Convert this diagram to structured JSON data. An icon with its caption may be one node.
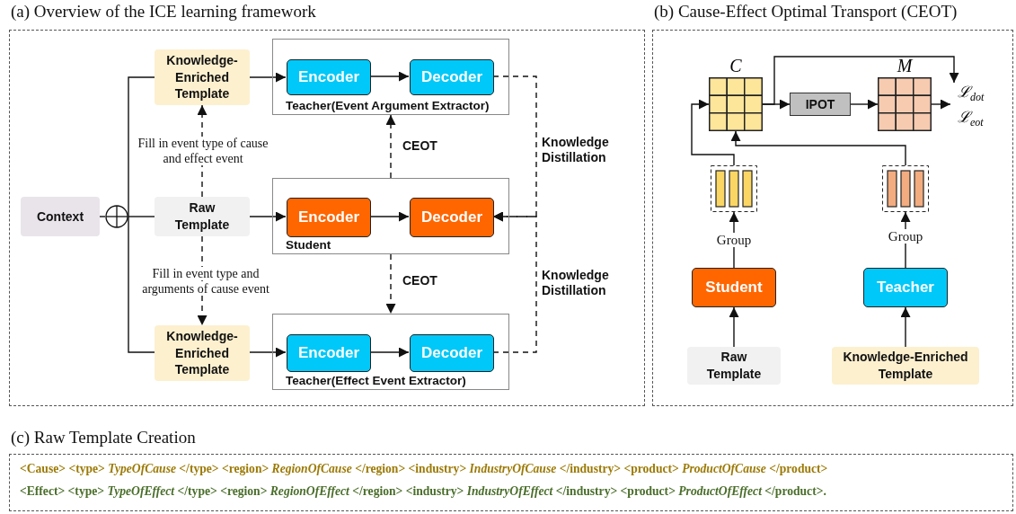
{
  "diagram": {
    "nodes": [
      {
        "text": [
          "(a) Overview of the ICE learning framework"
        ]
      },
      {
        "text": [
          "Context"
        ],
        "in": 0
      },
      {
        "text": [],
        "shape": "circle",
        "in": 0
      },
      {
        "text": [
          "Knowledge-Enriched Template"
        ],
        "in": 0
      },
      {
        "text": [
          "Teacher(Event Argument Extractor)"
        ],
        "in": 0
      },
      {
        "text": [
          "Encoder"
        ],
        "in": 4
      },
      {
        "text": [
          "Decoder"
        ],
        "in": 4
      },
      {
        "text": [
          "Raw Template"
        ],
        "in": 0
      },
      {
        "text": [
          "Student"
        ],
        "in": 0
      },
      {
        "text": [
          "Encoder"
        ],
        "in": 8
      },
      {
        "text": [
          "Decoder"
        ],
        "in": 8
      },
      {
        "text": [
          "Knowledge-Enriched Template"
        ],
        "in": 0
      },
      {
        "text": [
          "Teacher(Effect Event Extractor)"
        ],
        "in": 0
      },
      {
        "text": [
          "Encoder"
        ],
        "in": 12
      },
      {
        "text": [
          "Decoder"
        ],
        "in": 12
      },
      {
        "text": [
          "(b) Cause-Effect Optimal Transport (CEOT)"
        ]
      },
      {
        "text": [
          "C"
        ],
        "in": 15
      },
      {
        "text": [
          "IPOT"
        ],
        "in": 15
      },
      {
        "text": [
          "M"
        ],
        "in": 15
      },
      {
        "text": [],
        "shape": "box",
        "in": 15
      },
      {
        "text": [],
        "shape": "box",
        "in": 15
      },
      {
        "text": [
          "Student"
        ],
        "in": 15
      },
      {
        "text": [
          "Teacher"
        ],
        "in": 15
      },
      {
        "text": [
          "Raw Template"
        ],
        "in": 15
      },
      {
        "text": [
          "Knowledge-Enriched Template"
        ],
        "in": 15
      },
      {
        "text": [
          "ℒ$_{dot}$",
          "ℒ$_{eot}$"
        ],
        "in": 15
      },
      {
        "text": [
          "(c) Raw Template Creation",
          "<Cause> <type> *TypeOfCause* </type> <region> *RegionOfCause* </region> <industry> *IndustryOfCause* </industry> <product> *ProductOfCause* </product>",
          "<Effect> <type> *TypeOfEffect* </type> <region> *RegionOfEffect* </region> <industry> *IndustryOfEffect* </industry> <product> *ProductOfEffect* </product>."
        ]
      }
    ],
    "edges": [
      {
        "from": 1,
        "to": 2,
        "arrow": "none"
      },
      {
        "from": 2,
        "to": 3,
        "arrow": "none"
      },
      {
        "from": 2,
        "to": 7,
        "arrow": "none"
      },
      {
        "from": 2,
        "to": 11,
        "arrow": "none"
      },
      {
        "from": 3,
        "to": 5,
        "arrow": "to"
      },
      {
        "from": 5,
        "to": 6,
        "arrow": "to"
      },
      {
        "from": 7,
        "to": 9,
        "arrow": "to"
      },
      {
        "from": 9,
        "to": 10,
        "arrow": "to"
      },
      {
        "from": 11,
        "to": 13,
        "arrow": "to"
      },
      {
        "from": 13,
        "to": 14,
        "arrow": "to"
      },
      {
        "from": 7,
        "to": 3,
        "arrow": "to",
        "style": "dashed",
        "label": "Fill in event type of cause and effect event"
      },
      {
        "from": 7,
        "to": 11,
        "arrow": "to",
        "style": "dashed",
        "label": "Fill in event type and arguments of cause event"
      },
      {
        "from": 8,
        "to": 4,
        "arrow": "to",
        "style": "dashed",
        "label": "CEOT"
      },
      {
        "from": 8,
        "to": 12,
        "arrow": "to",
        "style": "dashed",
        "label": "CEOT"
      },
      {
        "from": 6,
        "to": 10,
        "arrow": "to",
        "style": "dashed",
        "label": "Knowledge Distillation"
      },
      {
        "from": 14,
        "to": 10,
        "arrow": "to",
        "style": "dashed",
        "label": "Knowledge Distillation"
      },
      {
        "from": 16,
        "to": 17,
        "arrow": "to"
      },
      {
        "from": 17,
        "to": 18,
        "arrow": "to"
      },
      {
        "from": 18,
        "to": 25,
        "arrow": "to"
      },
      {
        "from": 16,
        "to": 25,
        "arrow": "to"
      },
      {
        "from": 19,
        "to": 16,
        "arrow": "to"
      },
      {
        "from": 20,
        "to": 16,
        "arrow": "to"
      },
      {
        "from": 21,
        "to": 19,
        "arrow": "to",
        "label": "Group"
      },
      {
        "from": 22,
        "to": 20,
        "arrow": "to",
        "label": "Group"
      },
      {
        "from": 23,
        "to": 21,
        "arrow": "to"
      },
      {
        "from": 24,
        "to": 22,
        "arrow": "to"
      }
    ]
  }
}
